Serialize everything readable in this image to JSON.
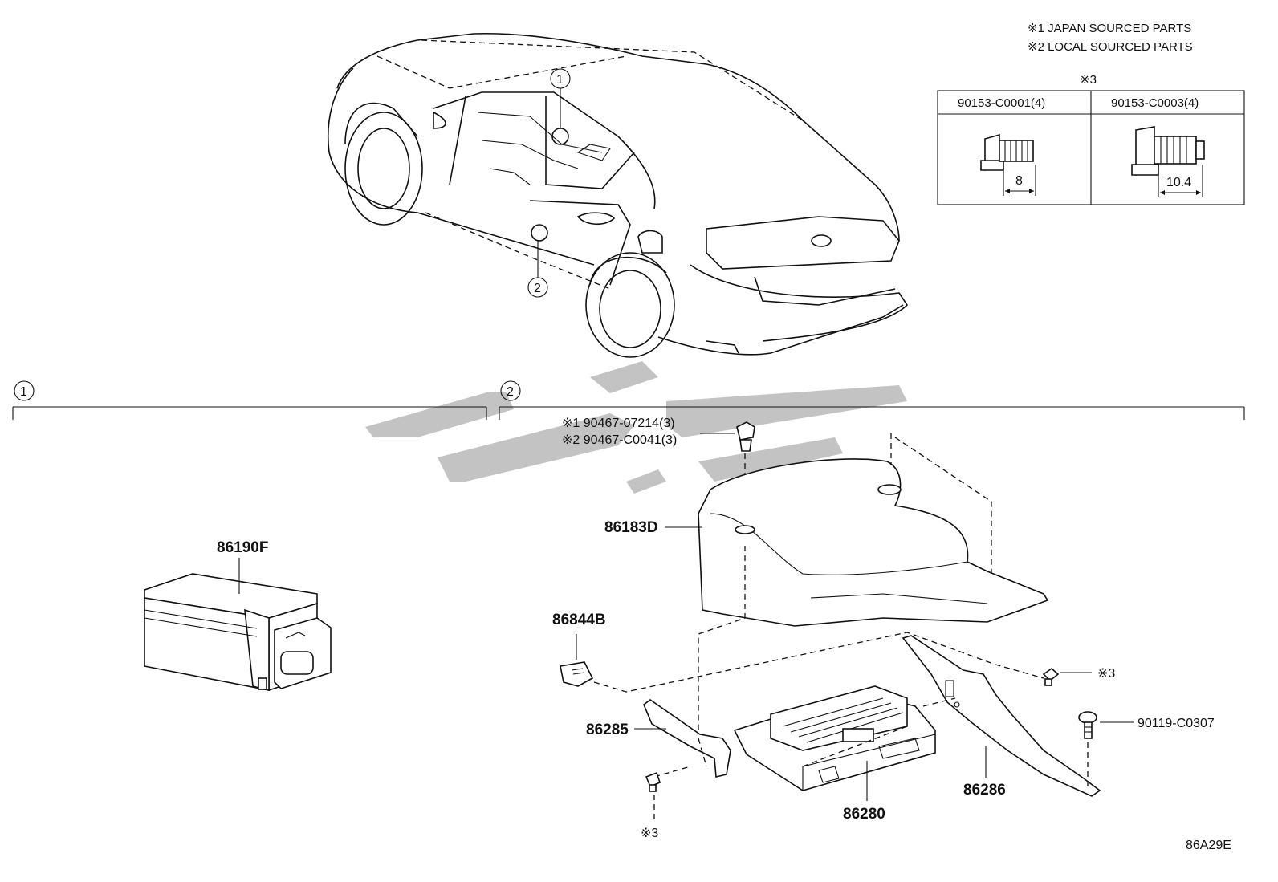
{
  "notes": {
    "japan": "※1 JAPAN SOURCED PARTS",
    "local": "※2 LOCAL SOURCED PARTS"
  },
  "bolt_table": {
    "mark": "※3",
    "columns": [
      {
        "part_no": "90153-C0001(4)",
        "dimension": "8"
      },
      {
        "part_no": "90153-C0003(4)",
        "dimension": "10.4"
      }
    ]
  },
  "car_callouts": [
    "1",
    "2"
  ],
  "sections": {
    "left_index": "1",
    "right_index": "2"
  },
  "parts": {
    "usb_module": "86190F",
    "clip_line1": "※1 90467-07214(3)",
    "clip_line2": "※2 90467-C0041(3)",
    "cover": "86183D",
    "cap": "86844B",
    "bracket_left": "86285",
    "ecu": "86280",
    "bracket_right": "86286",
    "bolt_right_mark": "※3",
    "screw": "90119-C0307",
    "bolt_bottom_mark": "※3"
  },
  "diagram_code": "86A29E"
}
